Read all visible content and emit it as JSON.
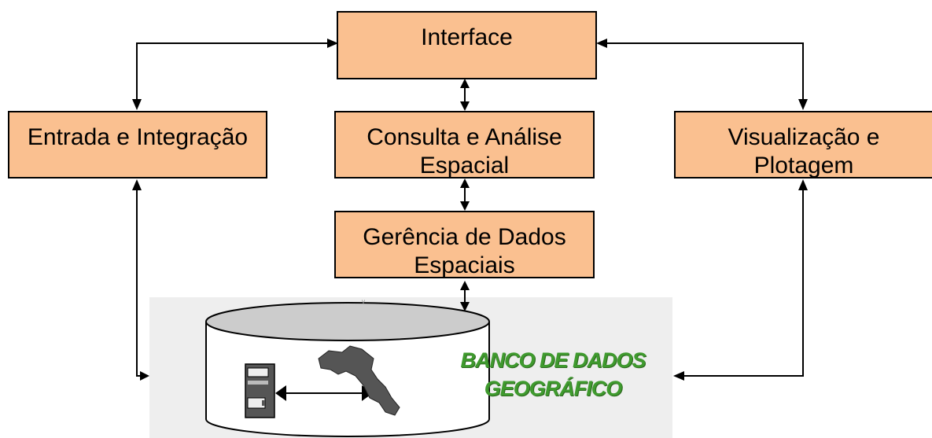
{
  "boxes": {
    "interface": {
      "label": "Interface"
    },
    "entrada": {
      "label": "Entrada e Integração"
    },
    "consulta": {
      "label": "Consulta e Análise Espacial"
    },
    "visualizacao": {
      "label": "Visualização e Plotagem"
    },
    "gerencia": {
      "label": "Gerência de Dados Espaciais"
    }
  },
  "database": {
    "title": "BANCO DE DADOS GEOGRÁFICO",
    "icon": "database-cylinder-icon"
  },
  "colors": {
    "box_fill": "#fac090",
    "box_border": "#000000",
    "db_title": "#3f9a2e",
    "panel": "#eeeeee"
  }
}
